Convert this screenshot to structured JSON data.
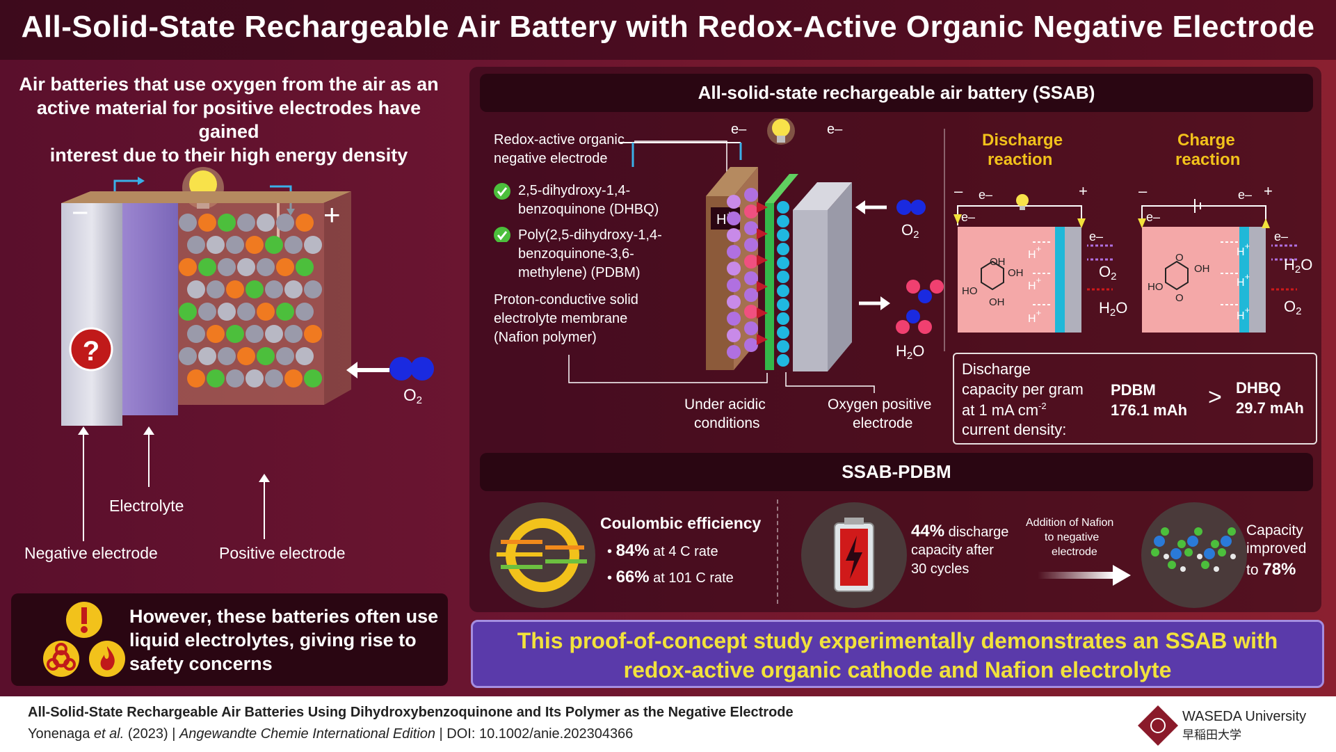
{
  "title": "All-Solid-State Rechargeable Air Battery with Redox-Active Organic Negative Electrode",
  "intro": {
    "line1": "Air batteries that use oxygen from the air as an",
    "line2": "active material for positive electrodes have gained",
    "line3": "interest due to their high energy density"
  },
  "left_diagram": {
    "minus": "−",
    "plus": "+",
    "question": "?",
    "o2": "O",
    "o2_sub": "2",
    "electrolyte": "Electrolyte",
    "negative": "Negative electrode",
    "positive": "Positive electrode"
  },
  "safety": {
    "line1": "However, these batteries often use",
    "line2": "liquid electrolytes, giving rise to",
    "line3": "safety concerns"
  },
  "ssab": {
    "header": "All-solid-state rechargeable air battery (SSAB)",
    "neg_label_1": "Redox-active organic",
    "neg_label_2": "negative electrode",
    "dhbq_1": "2,5-dihydroxy-1,4-",
    "dhbq_2": "benzoquinone (DHBQ)",
    "pdbm_1": "Poly(2,5-dihydroxy-1,4-",
    "pdbm_2": "benzoquinone-3,6-",
    "pdbm_3": "methylene) (PDBM)",
    "membrane_1": "Proton-conductive solid",
    "membrane_2": "electrolyte membrane",
    "membrane_3": "(Nafion polymer)",
    "e_minus": "e–",
    "h_plus": "H",
    "h_sup": "+",
    "o2": "O",
    "h2o": "H",
    "sub2": "2",
    "o_char": "O",
    "acidic_1": "Under acidic",
    "acidic_2": "conditions",
    "oxygen_1": "Oxygen positive",
    "oxygen_2": "electrode"
  },
  "reactions": {
    "discharge_1": "Discharge",
    "discharge_2": "reaction",
    "charge_1": "Charge",
    "charge_2": "reaction",
    "minus": "–",
    "plus": "+",
    "oh": "OH",
    "ho": "HO",
    "o": "O"
  },
  "capacity": {
    "line1": "Discharge",
    "line2": "capacity per gram",
    "line3_a": "at 1 mA cm",
    "line3_sup": "-2",
    "line4": "current density:",
    "pdbm_name": "PDBM",
    "pdbm_value": "176.1 mAh",
    "dhbq_name": "DHBQ",
    "dhbq_value": "29.7 mAh",
    "gt": ">"
  },
  "pdbm_section": {
    "header": "SSAB-PDBM",
    "ce_title": "Coulombic efficiency",
    "ce1_val": "84%",
    "ce1_text": " at 4 C rate",
    "ce2_val": "66%",
    "ce2_text": " at 101 C rate",
    "bullet": "•",
    "dc_val": "44%",
    "dc_1": " discharge",
    "dc_2": "capacity after",
    "dc_3": "30 cycles",
    "nafion_1": "Addition of Nafion",
    "nafion_2": "to negative",
    "nafion_3": "electrode",
    "cap_1": "Capacity",
    "cap_2": "improved",
    "cap_3a": "to ",
    "cap_3b": "78%"
  },
  "conclusion": {
    "line1": "This proof-of-concept study experimentally demonstrates an SSAB with",
    "line2": "redox-active organic cathode and Nafion electrolyte"
  },
  "footer": {
    "citation_title": "All-Solid-State Rechargeable Air Batteries Using Dihydroxybenzoquinone and Its Polymer as the Negative Electrode",
    "authors": "Yonenaga ",
    "etal": "et al.",
    "year": " (2023) | ",
    "journal": "Angewandte Chemie International Edition",
    "doi": " | DOI: 10.1002/anie.202304366",
    "university": "WASEDA University",
    "university_jp": "早稲田大学"
  },
  "colors": {
    "title_bg": "#3d0a1c",
    "accent_yellow": "#f2c21b",
    "conclusion_bg": "#5a3aaa",
    "electrode_purple": "#9a88d0",
    "membrane_cyan": "#28b8e0",
    "nafion_green": "#34b84a"
  },
  "icons": [
    "lightbulb-icon",
    "question-icon",
    "warning-icon",
    "biohazard-icon",
    "fire-icon",
    "gear-icon",
    "battery-icon",
    "molecule-icon",
    "check-icon"
  ]
}
